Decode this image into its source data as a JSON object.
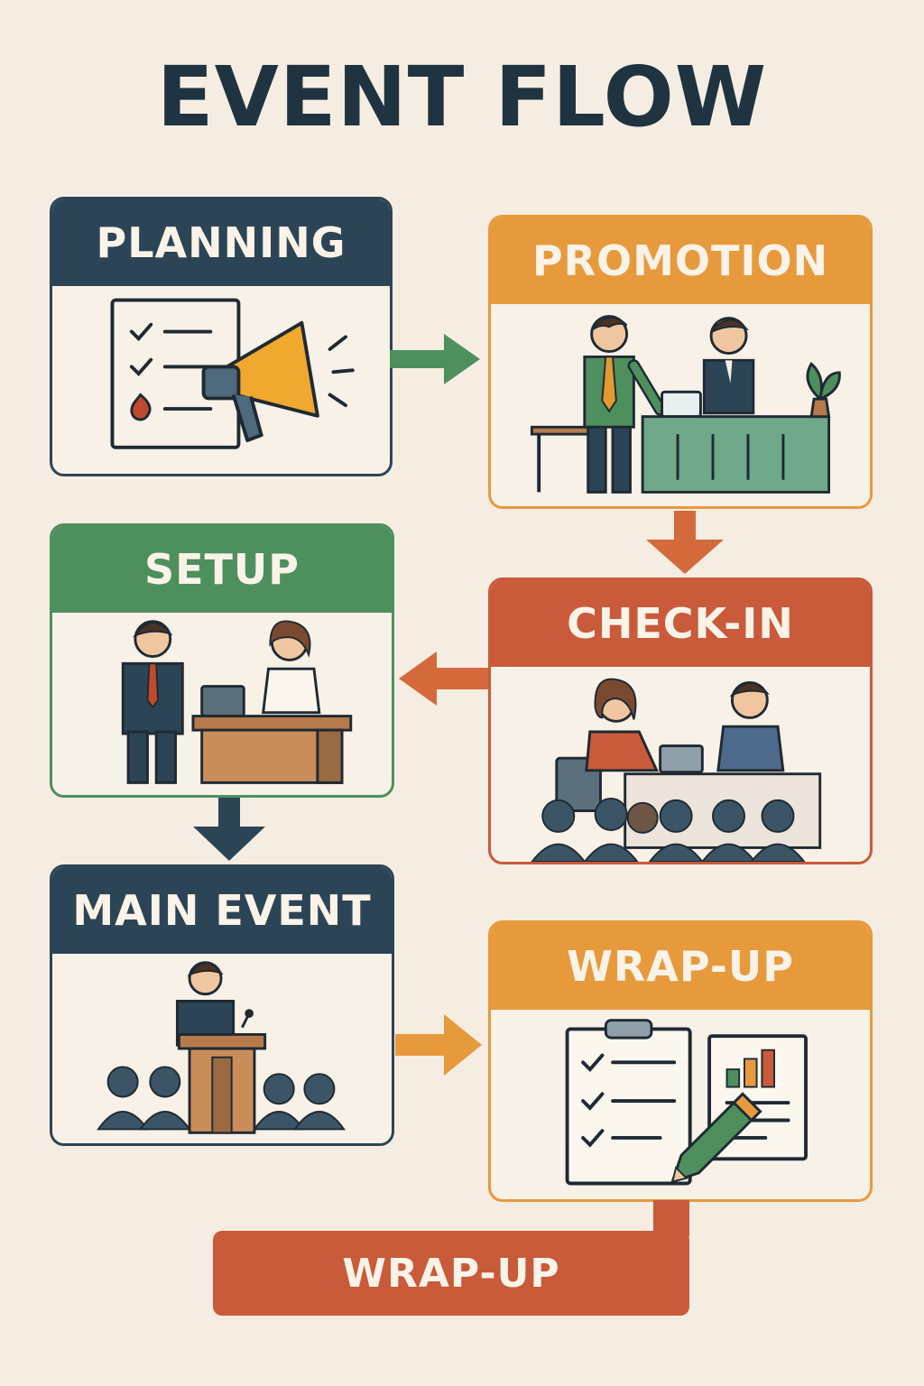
{
  "title": "EVENT FLOW",
  "steps": {
    "planning": {
      "label": "PLANNING"
    },
    "promotion": {
      "label": "PROMOTION"
    },
    "setup": {
      "label": "SETUP"
    },
    "checkin": {
      "label": "CHECK-IN"
    },
    "main_event": {
      "label": "MAIN EVENT"
    },
    "wrapup": {
      "label": "WRAP-UP"
    }
  },
  "final": {
    "label": "WRAP-UP"
  },
  "colors": {
    "navy": "#2c4556",
    "orange": "#e79a3c",
    "green": "#4e8f5e",
    "red": "#c95a3a",
    "background": "#f6ede2"
  },
  "flow": [
    "PLANNING",
    "PROMOTION",
    "CHECK-IN",
    "SETUP",
    "MAIN EVENT",
    "WRAP-UP",
    "WRAP-UP"
  ]
}
